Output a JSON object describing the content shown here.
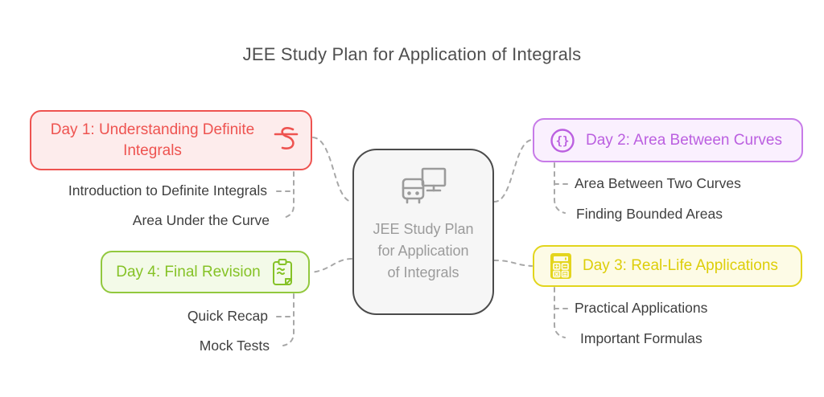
{
  "title": "JEE Study Plan for Application of Integrals",
  "center": {
    "label": "JEE Study Plan for Application of Integrals",
    "icon": "computer-workstation-icon",
    "fill": "#f6f6f6",
    "border_color": "#4b4b4b",
    "text_color": "#9b9b9b"
  },
  "branches": {
    "day1": {
      "label": "Day 1: Understanding Definite Integrals",
      "icon": "integral-icon",
      "icon_side": "right",
      "position": "top-left",
      "accent_color": "#ee5350",
      "fill": "#fdecec",
      "children": [
        "Introduction to Definite Integrals",
        "Area Under the Curve"
      ]
    },
    "day2": {
      "label": "Day 2: Area Between Curves",
      "icon": "curly-braces-circle-icon",
      "icon_side": "left",
      "position": "top-right",
      "accent_color": "#bb5fe0",
      "border_color": "#c77be8",
      "fill": "#faf0fe",
      "children": [
        "Area Between Two Curves",
        "Finding Bounded Areas"
      ]
    },
    "day3": {
      "label": "Day 3: Real-Life Applications",
      "icon": "calculator-icon",
      "icon_side": "left",
      "position": "bottom-right",
      "accent_color": "#ddce09",
      "border_color": "#e2d51c",
      "fill": "#fdfbe6",
      "children": [
        "Practical Applications",
        "Important Formulas"
      ]
    },
    "day4": {
      "label": "Day 4: Final Revision",
      "icon": "clipboard-icon",
      "icon_side": "right",
      "position": "bottom-left",
      "accent_color": "#85c226",
      "border_color": "#92c83e",
      "fill": "#f3fae8",
      "children": [
        "Quick Recap",
        "Mock Tests"
      ]
    }
  },
  "connector_style": {
    "color": "#a8a8a8",
    "dashed": true
  }
}
